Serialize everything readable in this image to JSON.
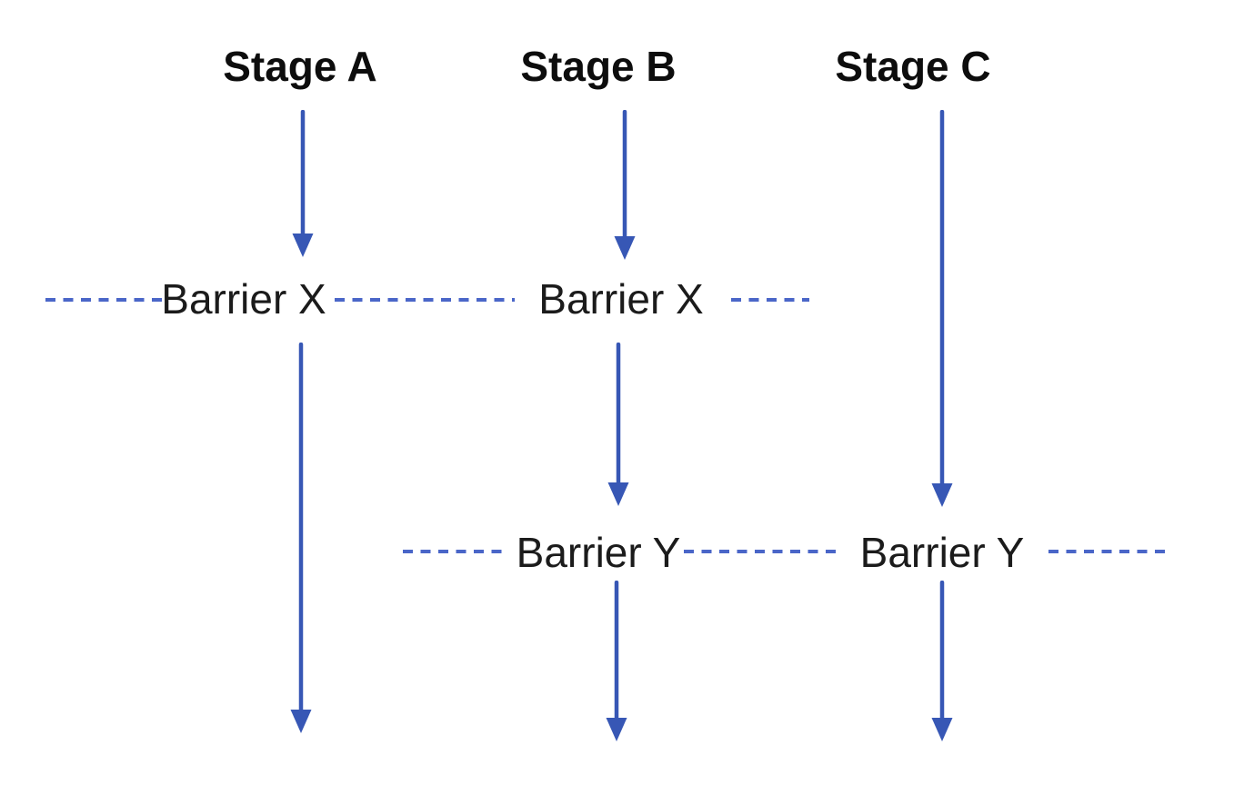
{
  "diagram": {
    "stages": [
      {
        "label": "Stage A"
      },
      {
        "label": "Stage B"
      },
      {
        "label": "Stage C"
      }
    ],
    "barriers": [
      {
        "name": "Barrier X",
        "instances": [
          "Barrier X",
          "Barrier X"
        ]
      },
      {
        "name": "Barrier Y",
        "instances": [
          "Barrier Y",
          "Barrier Y"
        ]
      }
    ],
    "colors": {
      "arrow": "#3757b5",
      "dash": "#4a66c8",
      "heading_text": "#0d0d0d",
      "barrier_text": "#1b1b1b",
      "background": "#ffffff"
    }
  }
}
